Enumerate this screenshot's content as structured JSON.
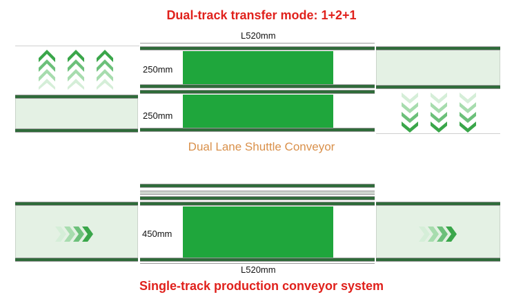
{
  "top": {
    "title": "Dual-track transfer mode: 1+2+1",
    "title_color": "#e0211c",
    "length_label": "L520mm",
    "lane_upper_width": "250mm",
    "lane_lower_width": "250mm",
    "caption": "Dual Lane Shuttle Conveyor",
    "caption_color": "#d9904a"
  },
  "bottom": {
    "lane_width": "450mm",
    "length_label": "L520mm",
    "title": "Single-track production conveyor system",
    "title_color": "#e0211c"
  },
  "colors": {
    "rail": "#2f6b3a",
    "zone": "#e4f1e4",
    "board": "#1fa63c",
    "arrow": "#3aa64a"
  },
  "icons": [
    "chevron-up-icon",
    "chevron-down-icon",
    "chevron-right-icon"
  ]
}
